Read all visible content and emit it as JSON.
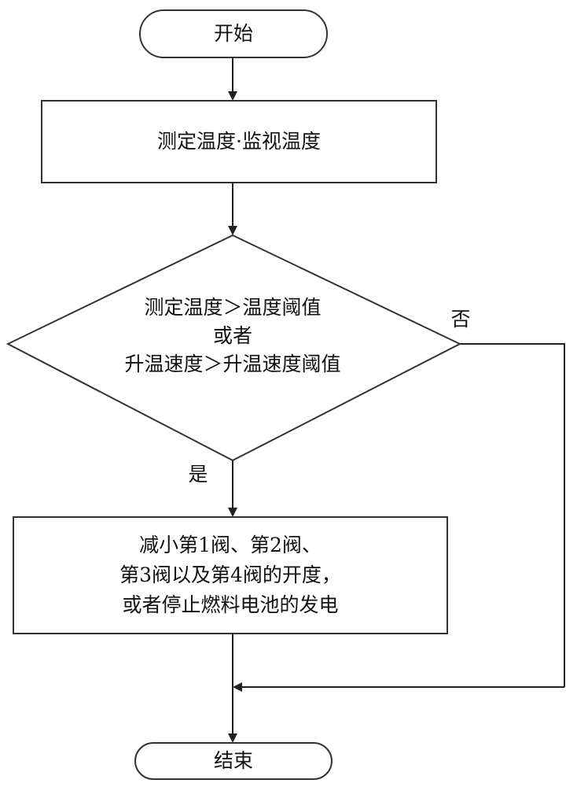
{
  "diagram": {
    "start": "开始",
    "measure": "测定温度·监视温度",
    "decision": {
      "line1": "测定温度＞温度阈值",
      "line2": "或者",
      "line3": "升温速度＞升温速度阈值"
    },
    "branch_no": "否",
    "branch_yes": "是",
    "action": {
      "line1": "减小第1阀、第2阀、",
      "line2": "第3阀以及第4阀的开度，",
      "line3": "或者停止燃料电池的发电"
    },
    "end": "结束"
  },
  "colors": {
    "stroke": "#333333",
    "background": "#ffffff",
    "text": "#111111"
  }
}
